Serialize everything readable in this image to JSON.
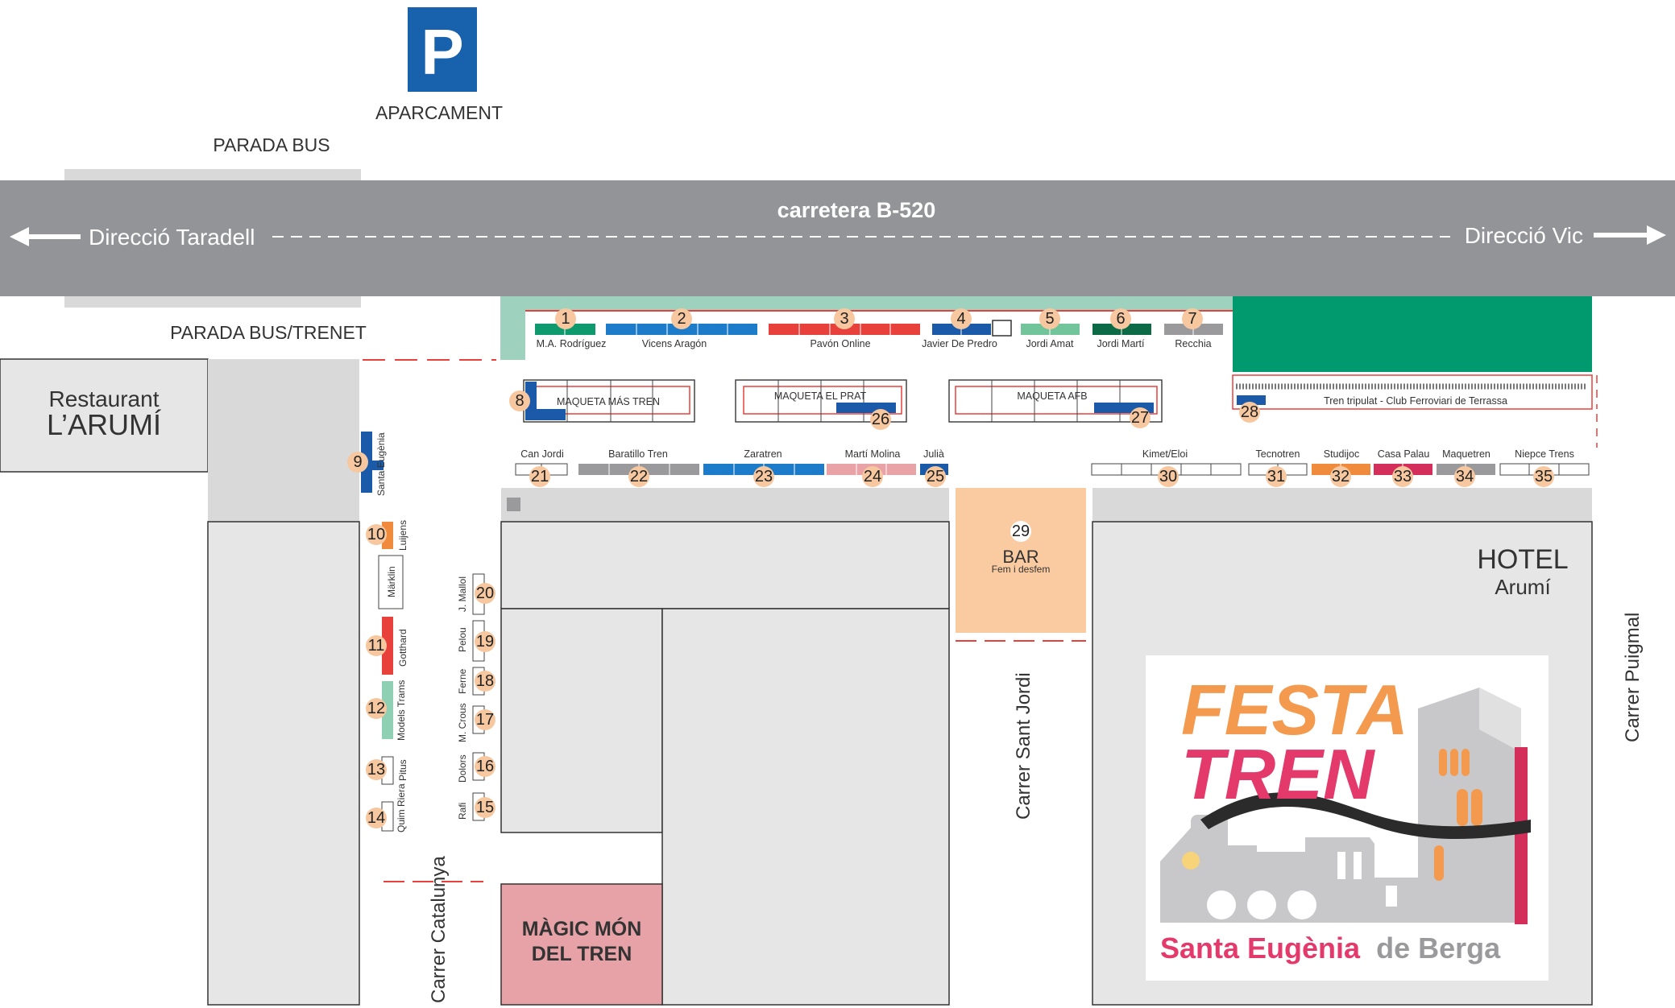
{
  "road": {
    "name": "carretera B-520",
    "left_direction": "Direcció Taradell",
    "right_direction": "Direcció Vic"
  },
  "parking": {
    "icon": "parking-icon",
    "letter": "P",
    "label": "APARCAMENT",
    "color": "#1761ad"
  },
  "bus_stops": {
    "top": "PARADA BUS",
    "bottom": "PARADA BUS/TRENET"
  },
  "restaurant": {
    "line1": "Restaurant",
    "line2": "L’ARUMÍ"
  },
  "hotel": {
    "line1": "HOTEL",
    "line2": "Arumí"
  },
  "bar": {
    "number": "29",
    "name": "BAR",
    "subtitle": "Fem i desfem"
  },
  "magic": {
    "line1": "MÀGIC MÓN",
    "line2": "DEL TREN"
  },
  "streets": {
    "sant_jordi": "Carrer Sant Jordi",
    "catalunya": "Carrer Catalunya",
    "puigmal": "Carrer Puigmal"
  },
  "top_stands": [
    {
      "number": "1",
      "name": "M.A. Rodríguez",
      "color": "#0f9a6e"
    },
    {
      "number": "2",
      "name": "Vicens Aragón",
      "color": "#1c7cc9"
    },
    {
      "number": "3",
      "name": "Pavón Online",
      "color": "#e8413c"
    },
    {
      "number": "4",
      "name": "Javier De Predro",
      "color": "#1a5aa8"
    },
    {
      "number": "5",
      "name": "Jordi Amat",
      "color": "#72c49a"
    },
    {
      "number": "6",
      "name": "Jordi Martí",
      "color": "#0d6a47"
    },
    {
      "number": "7",
      "name": "Recchia",
      "color": "#9a9a9c"
    }
  ],
  "layouts": [
    {
      "number": "8",
      "name": "MAQUETA MÁS TREN"
    },
    {
      "number": "26",
      "name": "MAQUETA EL PRAT"
    },
    {
      "number": "27",
      "name": "MAQUETA AFB"
    },
    {
      "number": "28",
      "name": "Tren tripulat - Club Ferroviari de Terrassa"
    }
  ],
  "middle_stands": [
    {
      "number": "21",
      "name": "Can Jordi",
      "color": "#ffffff"
    },
    {
      "number": "22",
      "name": "Baratillo Tren",
      "color": "#9a9a9c"
    },
    {
      "number": "23",
      "name": "Zaratren",
      "color": "#1c7cc9"
    },
    {
      "number": "24",
      "name": "Martí Molina",
      "color": "#e9a2a6"
    },
    {
      "number": "25",
      "name": "Julià",
      "color": "#1a5aa8"
    },
    {
      "number": "30",
      "name": "Kimet/Eloi",
      "color": "#ffffff"
    },
    {
      "number": "31",
      "name": "Tecnotren",
      "color": "#ffffff"
    },
    {
      "number": "32",
      "name": "Studijoc",
      "color": "#f08a3c"
    },
    {
      "number": "33",
      "name": "Casa Palau",
      "color": "#d42e5a"
    },
    {
      "number": "34",
      "name": "Maquetren",
      "color": "#9a9a9c"
    },
    {
      "number": "35",
      "name": "Niepce Trens",
      "color": "#ffffff"
    }
  ],
  "left_stands": [
    {
      "number": "9",
      "name": "Santa Eugènia",
      "color": "#1a5aa8"
    },
    {
      "number": "10",
      "name": "Luijens",
      "color": "#f08a3c"
    },
    {
      "number": "",
      "name": "Märklin",
      "color": "#ffffff"
    },
    {
      "number": "11",
      "name": "Gotthard",
      "color": "#e8413c"
    },
    {
      "number": "12",
      "name": "Models Trams",
      "color": "#8fd0b4"
    },
    {
      "number": "13",
      "name": "Pitus",
      "color": "#ffffff"
    },
    {
      "number": "14",
      "name": "Quim Riera",
      "color": "#ffffff"
    }
  ],
  "column_stands": [
    {
      "number": "20",
      "name": "J. Mallol"
    },
    {
      "number": "19",
      "name": "Pelou"
    },
    {
      "number": "18",
      "name": "Ferne"
    },
    {
      "number": "17",
      "name": "M. Crous"
    },
    {
      "number": "16",
      "name": "Dolors"
    },
    {
      "number": "15",
      "name": "Rafi"
    }
  ],
  "poster": {
    "line1": "FESTA",
    "line2": "TREN",
    "town": "Santa Eugènia",
    "suffix": "de Berga"
  }
}
